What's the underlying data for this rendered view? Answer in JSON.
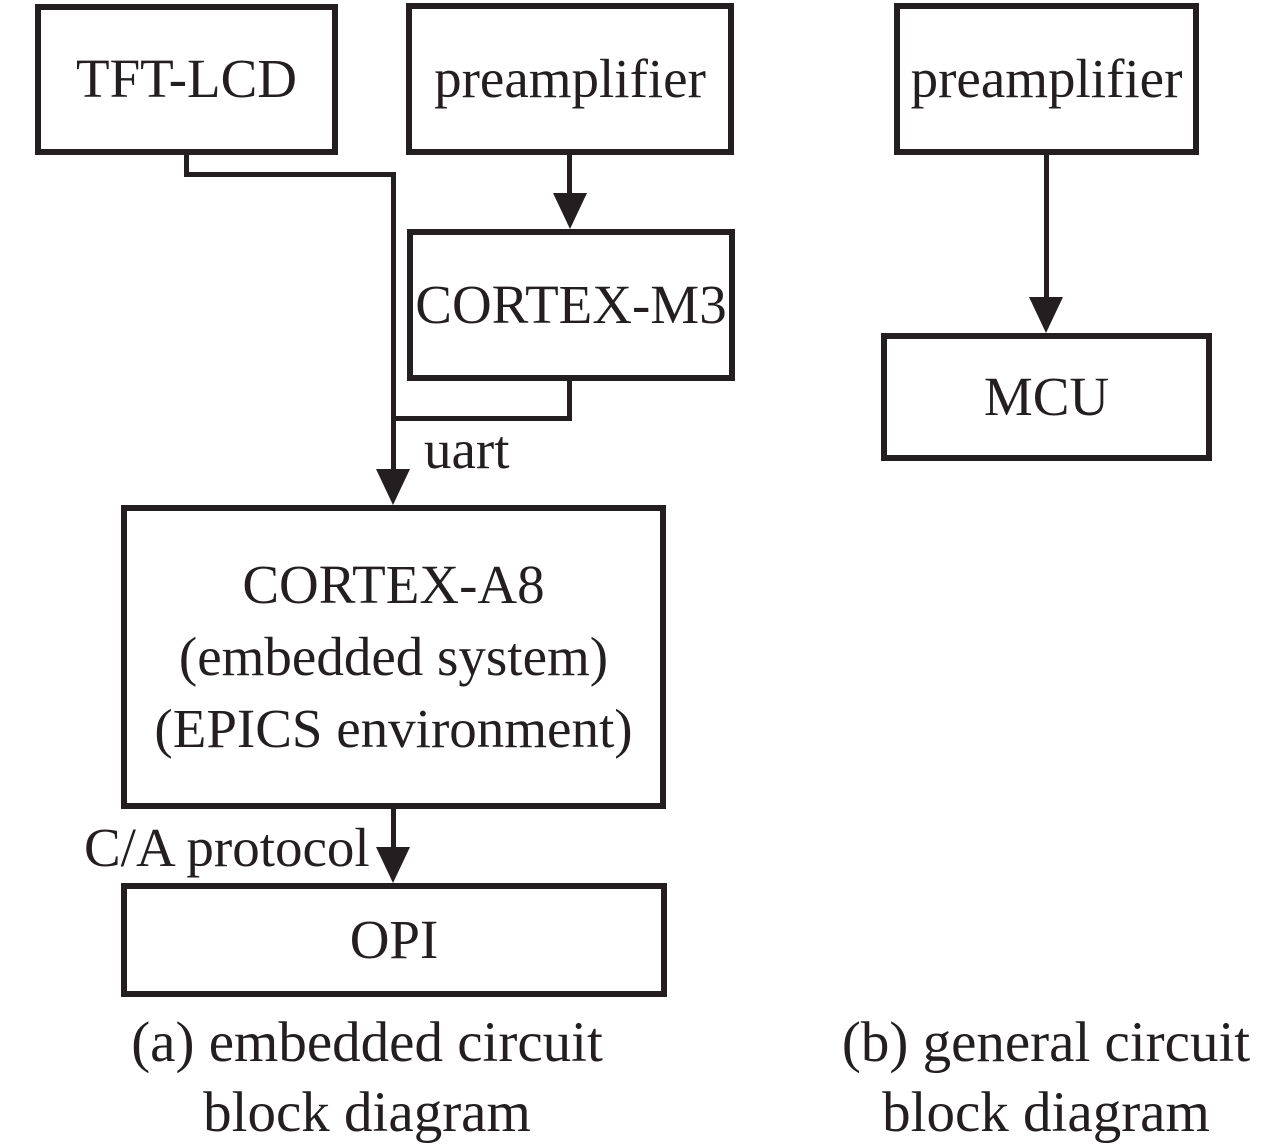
{
  "colors": {
    "ink": "#231f20",
    "background": "#ffffff"
  },
  "diagram_a": {
    "nodes": {
      "tft_lcd": {
        "label": "TFT-LCD"
      },
      "preamplifier": {
        "label": "preamplifier"
      },
      "cortex_m3": {
        "label": "CORTEX-M3"
      },
      "cortex_a8": {
        "lines": [
          "CORTEX-A8",
          "(embedded system)",
          "(EPICS environment)"
        ]
      },
      "opi": {
        "label": "OPI"
      }
    },
    "edges": [
      {
        "from": "preamplifier",
        "to": "cortex_m3",
        "label": ""
      },
      {
        "from": "tft_lcd",
        "to": "cortex_a8",
        "label": ""
      },
      {
        "from": "cortex_m3",
        "to": "cortex_a8",
        "label": "uart"
      },
      {
        "from": "cortex_a8",
        "to": "opi",
        "label": "C/A protocol"
      }
    ],
    "caption": {
      "line1": "(a) embedded circuit",
      "line2": "block diagram"
    }
  },
  "diagram_b": {
    "nodes": {
      "preamplifier": {
        "label": "preamplifier"
      },
      "mcu": {
        "label": "MCU"
      }
    },
    "edges": [
      {
        "from": "preamplifier",
        "to": "mcu",
        "label": ""
      }
    ],
    "caption": {
      "line1": "(b) general circuit",
      "line2": "block diagram"
    }
  }
}
